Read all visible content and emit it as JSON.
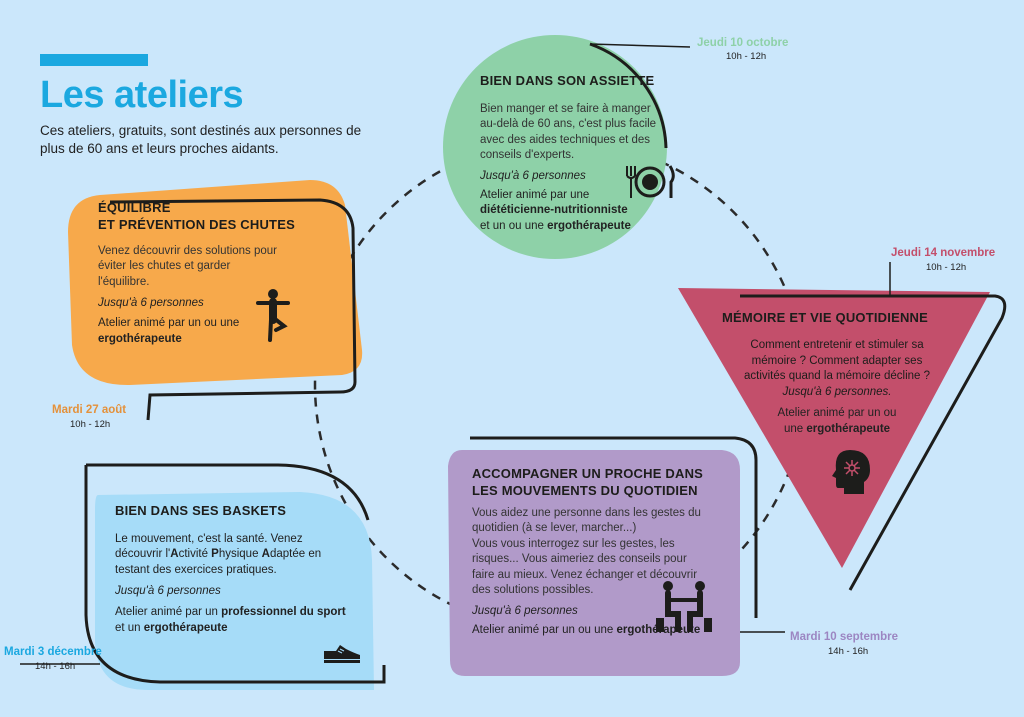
{
  "header": {
    "title": "Les ateliers",
    "intro": "Ces ateliers, gratuits, sont destinés aux personnes de plus de 60 ans et leurs proches aidants."
  },
  "colors": {
    "blue": "#1ba8e0",
    "orange": "#f7a94b",
    "green": "#8ed1a8",
    "crimson": "#c34f6b",
    "purple": "#b19ac9",
    "lightblue": "#a6dcf8"
  },
  "workshops": {
    "assiette": {
      "title": "BIEN DANS SON ASSIETTE",
      "text": "Bien manger et se faire à manger au-delà de 60 ans, c'est plus facile avec des aides techniques et des conseils d'experts.",
      "cap": "Jusqu'à 6 personnes",
      "anim_prefix": "Atelier animé par une",
      "anim_role1": "diététicienne-nutritionniste",
      "anim_mid": "et un ou une",
      "anim_role2": "ergothérapeute",
      "date": "Jeudi 10 octobre",
      "hours": "10h - 12h",
      "icon": "plate-cutlery-icon"
    },
    "equilibre": {
      "title_line1": "ÉQUILIBRE",
      "title_line2": "ET PRÉVENTION DES CHUTES",
      "text": "Venez découvrir des solutions pour éviter les chutes et garder l'équilibre.",
      "cap": "Jusqu'à 6 personnes",
      "anim_prefix": "Atelier animé par un ou une",
      "anim_role": "ergothérapeute",
      "date": "Mardi 27 août",
      "hours": "10h - 12h",
      "icon": "balance-person-icon"
    },
    "memoire": {
      "title": "MÉMOIRE ET VIE QUOTIDIENNE",
      "text": "Comment entretenir et stimuler sa mémoire ? Comment adapter ses activités quand la mémoire décline ?",
      "cap": "Jusqu'à 6 personnes.",
      "anim_prefix": "Atelier animé par un ou",
      "anim_mid": "une",
      "anim_role": "ergothérapeute",
      "date": "Jeudi 14 novembre",
      "hours": "10h - 12h",
      "icon": "brain-head-icon"
    },
    "accompagner": {
      "title_line1": "ACCOMPAGNER UN PROCHE DANS",
      "title_line2": "LES MOUVEMENTS DU QUOTIDIEN",
      "text1": "Vous aidez une personne dans les gestes du quotidien (à se lever, marcher...)",
      "text2": "Vous vous interrogez sur les gestes, les risques... Vous aimeriez des conseils pour faire au mieux. Venez échanger et découvrir des solutions possibles.",
      "cap": "Jusqu'à 6 personnes",
      "anim_prefix": "Atelier animé par un ou une",
      "anim_role": "ergothérapeute",
      "date": "Mardi 10 septembre",
      "hours": "14h - 16h",
      "icon": "two-people-seated-icon"
    },
    "baskets": {
      "title": "BIEN DANS SES BASKETS",
      "text_a": "Le mouvement, c'est la santé. Venez découvrir l'",
      "ap_A": "A",
      "ap_ctivite": "ctivité ",
      "ap_P": "P",
      "ap_hysique": "hysique ",
      "ap_A2": "A",
      "ap_daptee": "daptée",
      "text_b": " en testant des exercices pratiques.",
      "cap": "Jusqu'à 6 personnes",
      "anim_prefix": "Atelier animé par un",
      "anim_role1": "professionnel du sport",
      "anim_mid": "et un",
      "anim_role2": "ergothérapeute",
      "date": "Mardi 3 décembre",
      "hours": "14h - 16h",
      "icon": "sneaker-icon"
    }
  }
}
